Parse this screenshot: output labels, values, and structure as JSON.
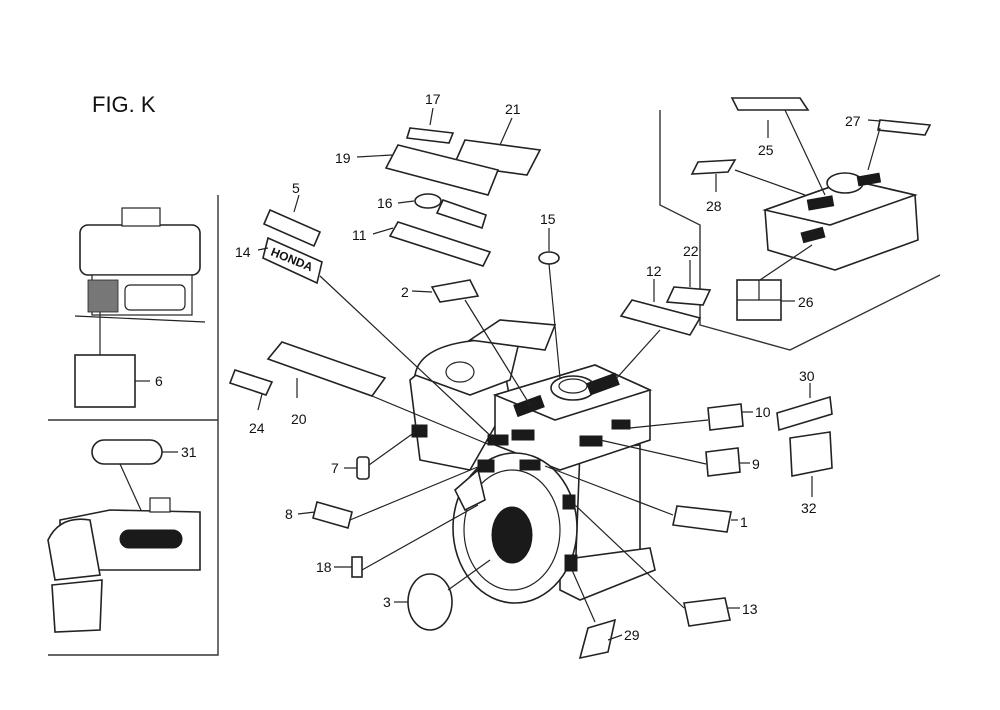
{
  "figure": {
    "title": "FIG. K"
  },
  "decal_labels": {
    "logo_decal": "HONDA"
  },
  "parts": [
    {
      "id": "p1",
      "number": "1"
    },
    {
      "id": "p2",
      "number": "2"
    },
    {
      "id": "p3",
      "number": "3"
    },
    {
      "id": "p5",
      "number": "5"
    },
    {
      "id": "p6",
      "number": "6"
    },
    {
      "id": "p7",
      "number": "7"
    },
    {
      "id": "p8",
      "number": "8"
    },
    {
      "id": "p9",
      "number": "9"
    },
    {
      "id": "p10",
      "number": "10"
    },
    {
      "id": "p11",
      "number": "11"
    },
    {
      "id": "p12",
      "number": "12"
    },
    {
      "id": "p13",
      "number": "13"
    },
    {
      "id": "p14",
      "number": "14"
    },
    {
      "id": "p15",
      "number": "15"
    },
    {
      "id": "p16",
      "number": "16"
    },
    {
      "id": "p17",
      "number": "17"
    },
    {
      "id": "p18",
      "number": "18"
    },
    {
      "id": "p19",
      "number": "19"
    },
    {
      "id": "p20",
      "number": "20"
    },
    {
      "id": "p21",
      "number": "21"
    },
    {
      "id": "p22",
      "number": "22"
    },
    {
      "id": "p24",
      "number": "24"
    },
    {
      "id": "p25",
      "number": "25"
    },
    {
      "id": "p26",
      "number": "26"
    },
    {
      "id": "p27",
      "number": "27"
    },
    {
      "id": "p28",
      "number": "28"
    },
    {
      "id": "p29",
      "number": "29"
    },
    {
      "id": "p30",
      "number": "30"
    },
    {
      "id": "p31",
      "number": "31"
    },
    {
      "id": "p32",
      "number": "32"
    }
  ]
}
